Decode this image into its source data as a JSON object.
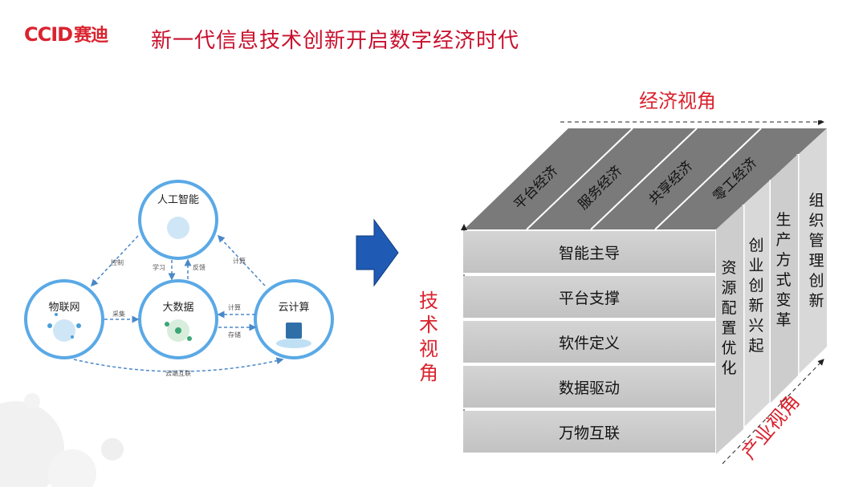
{
  "header": {
    "logo_en": "CCID",
    "logo_cn": "赛迪",
    "title": "新一代信息技术创新开启数字经济时代"
  },
  "network": {
    "nodes": {
      "ai": "人工智能",
      "iot": "物联网",
      "bigdata": "大数据",
      "cloud": "云计算"
    },
    "edges": {
      "control": "控制",
      "learn": "学习",
      "feedback": "反馈",
      "compute_top": "计算",
      "collect": "采集",
      "compute_mid": "计算",
      "store": "存储",
      "cloud_edge": "云端互联"
    }
  },
  "cube": {
    "economic_view": "经济视角",
    "tech_view": "技术视角",
    "industry_view": "产业视角",
    "top": [
      "平台经济",
      "服务经济",
      "共享经济",
      "零工经济"
    ],
    "rows": [
      "智能主导",
      "平台支撑",
      "软件定义",
      "数据驱动",
      "万物互联"
    ],
    "columns": [
      "资源配置优化",
      "创业创新兴起",
      "生产方式变革",
      "组织管理创新"
    ]
  },
  "colors": {
    "accent": "#d9232e",
    "node_ring": "#5aa9e6",
    "cube_top": "#7a7a7a",
    "cube_face": "#c8c8c8"
  }
}
